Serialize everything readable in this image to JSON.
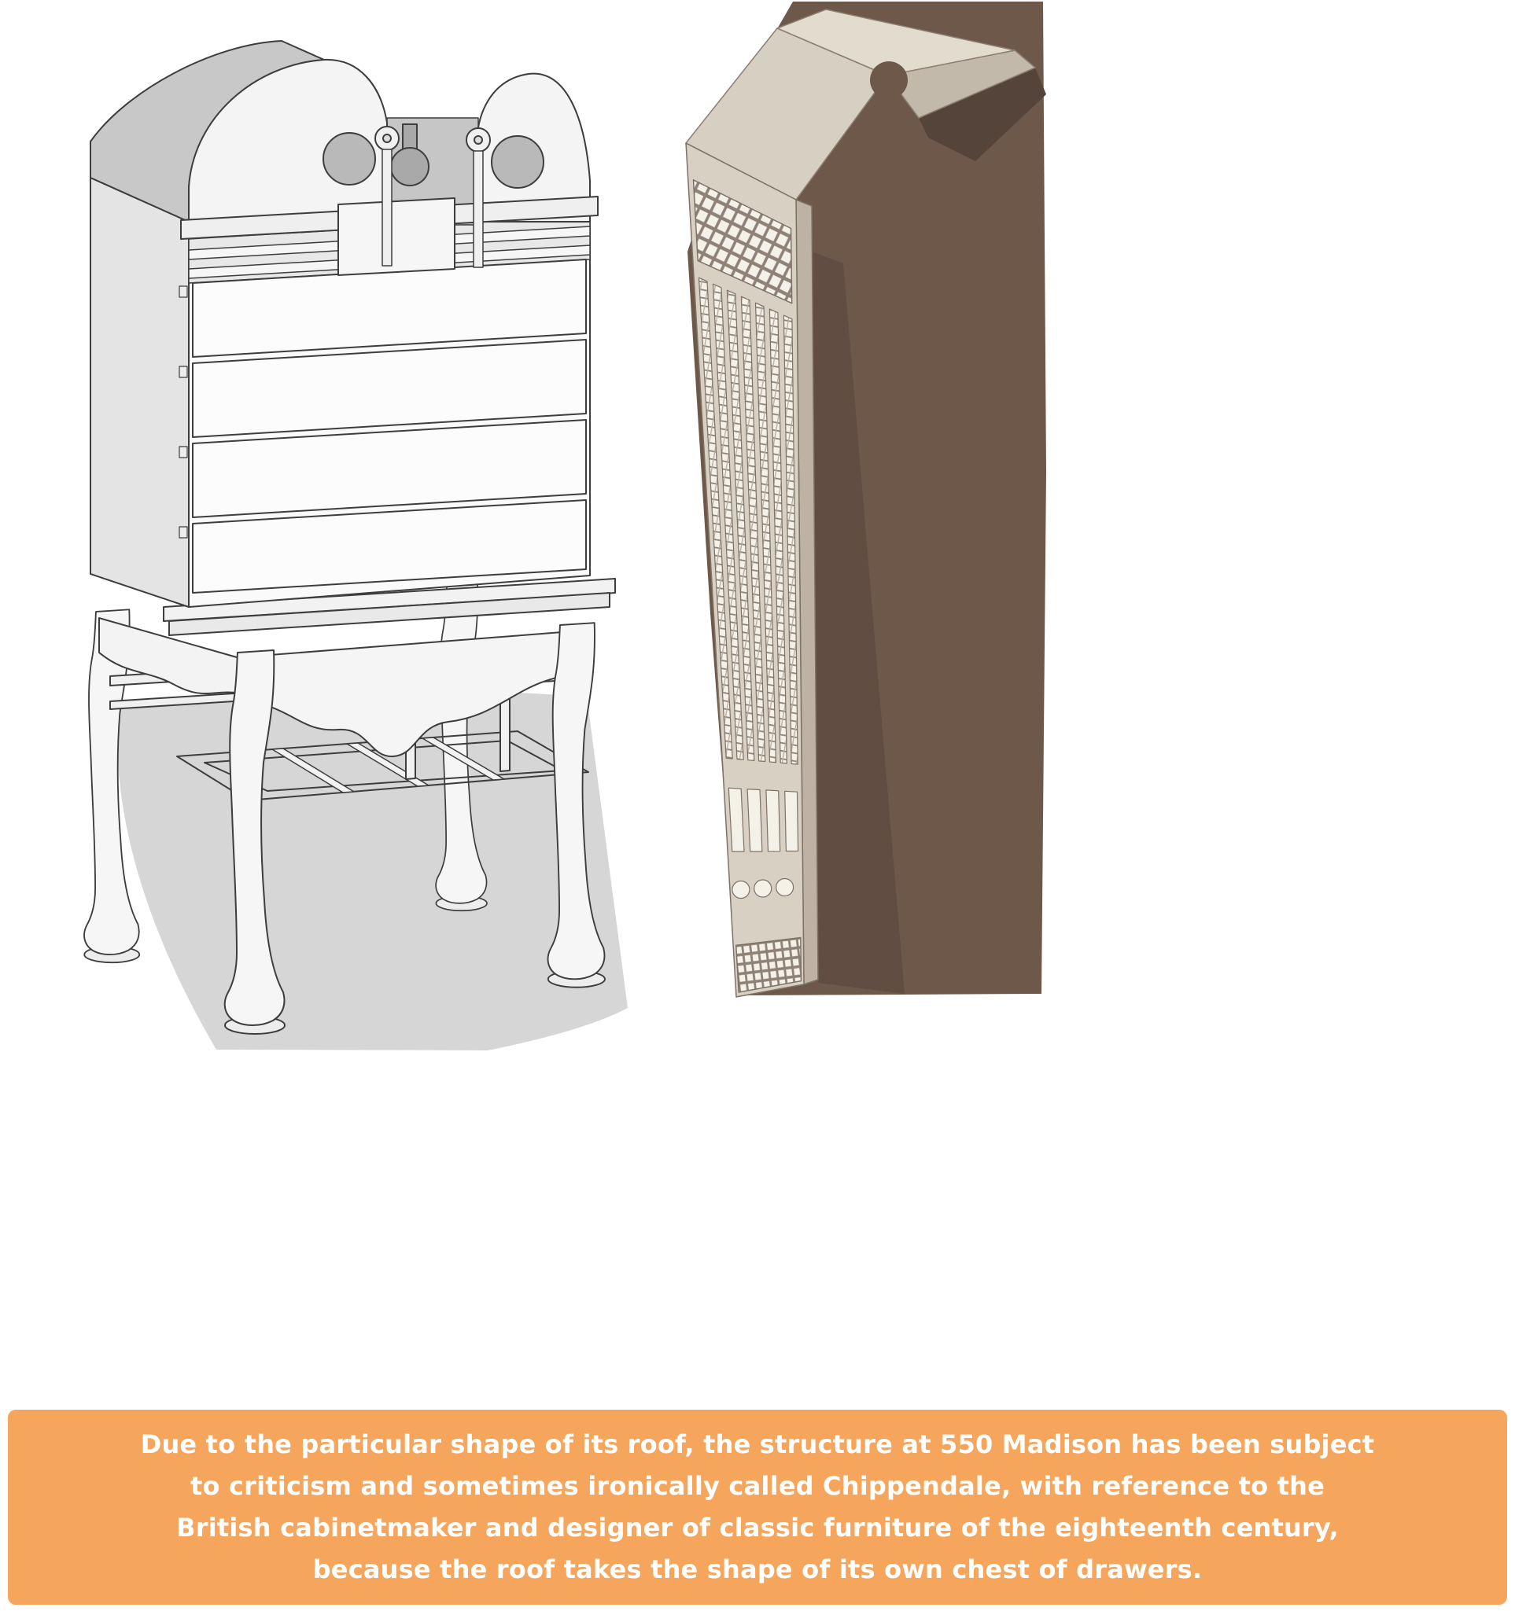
{
  "caption": {
    "text": "Due to the particular shape of its roof, the structure at 550 Madison has been subject to criticism and sometimes ironically called Chippendale, with reference to the British cabinetmaker and designer of classic furniture of the eighteenth century, because the roof takes the shape of its own chest of drawers.",
    "lines": [
      "Due to the particular shape of its roof, the structure at 550 Madison has been subject",
      "to criticism and sometimes ironically called Chippendale, with reference to the",
      "British cabinetmaker and designer of classic furniture of the eighteenth century,",
      "because the roof takes the shape of its own chest of drawers."
    ],
    "background_color": "#F5A55C",
    "text_color": "#FFFFFF"
  },
  "figures": {
    "left": {
      "name": "chippendale-highboy-sketch"
    },
    "right": {
      "name": "550-madison-building-illustration"
    }
  },
  "colors": {
    "page_background": "#FFFFFF",
    "backdrop_brown": "#6E584A",
    "backdrop_brown_dark": "#55443A",
    "building_beige": "#D8D0C3",
    "window_white": "#F4F1E9",
    "sketch_line": "#3D3D3D",
    "sketch_fill": "#F5F5F5",
    "shadow_gray": "#D6D6D6"
  }
}
